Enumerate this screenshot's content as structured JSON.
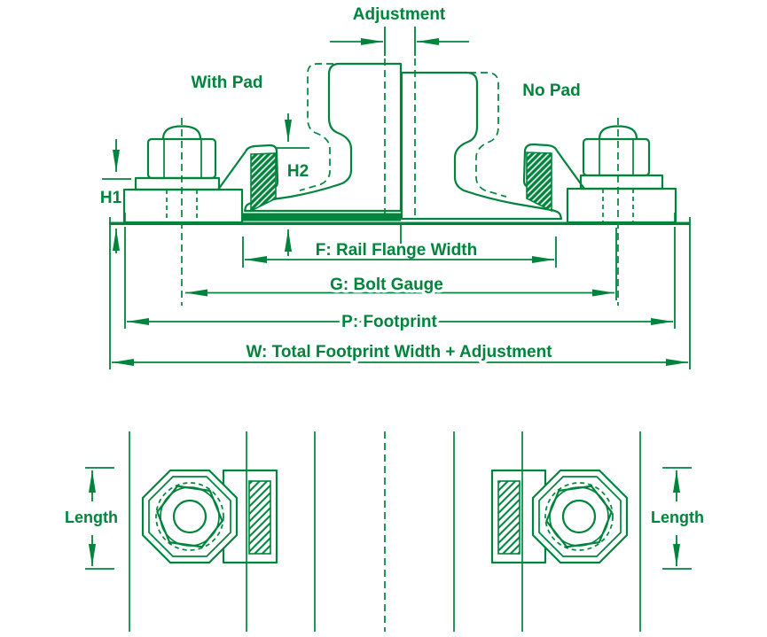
{
  "diagram": {
    "type": "rail-fastener-technical-diagram",
    "colors": {
      "line": "#00843D",
      "background": "#ffffff"
    },
    "cross_section": {
      "adjustment_label": "Adjustment",
      "with_pad_label": "With Pad",
      "no_pad_label": "No Pad",
      "h1_label": "H1",
      "h2_label": "H2",
      "dimensions": {
        "f_label": "F: Rail Flange Width",
        "g_label": "G: Bolt Gauge",
        "p_label": "P: Footprint",
        "w_label": "W: Total Footprint Width + Adjustment"
      }
    },
    "plan_view": {
      "length_label_left": "Length",
      "length_label_right": "Length"
    }
  }
}
